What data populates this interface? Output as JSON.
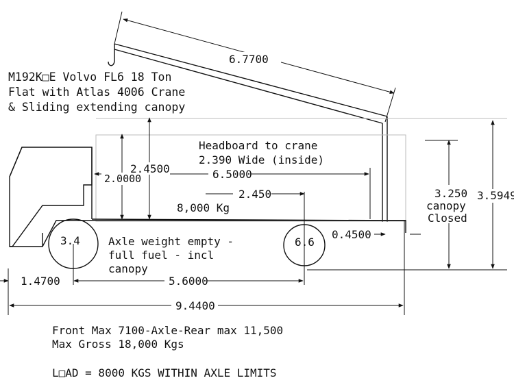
{
  "title": {
    "line1": "M192K□E Volvo FL6 18 Ton",
    "line2": "Flat with Atlas 4006 Crane",
    "line3": "& Sliding extending canopy"
  },
  "headboard": {
    "line1": "Headboard to crane",
    "line2": "2.390 Wide (inside)"
  },
  "dims": {
    "boom": "6.7700",
    "cab_height": "2.4500",
    "floor_height": "2.0000",
    "bed_length": "6.5000",
    "load_offset": "2.450",
    "load_weight": "8,000 Kg",
    "rear_gap": "0.4500",
    "canopy_height": "3.250",
    "canopy_label_1": "canopy",
    "canopy_label_2": "Closed",
    "overall_height": "3.5949",
    "front_overhang": "1.4700",
    "wheelbase": "5.6000",
    "overall_length": "9.4400"
  },
  "axles": {
    "front": "3.4",
    "rear": "6.6",
    "note_line1": "Axle weight empty -",
    "note_line2": "full fuel - incl",
    "note_line3": "canopy"
  },
  "footer": {
    "line1": "Front Max 7100-Axle-Rear max 11,500",
    "line2": "Max Gross 18,000 Kgs",
    "line3": "L□AD = 8000 KGS WITHIN AXLE LIMITS"
  }
}
